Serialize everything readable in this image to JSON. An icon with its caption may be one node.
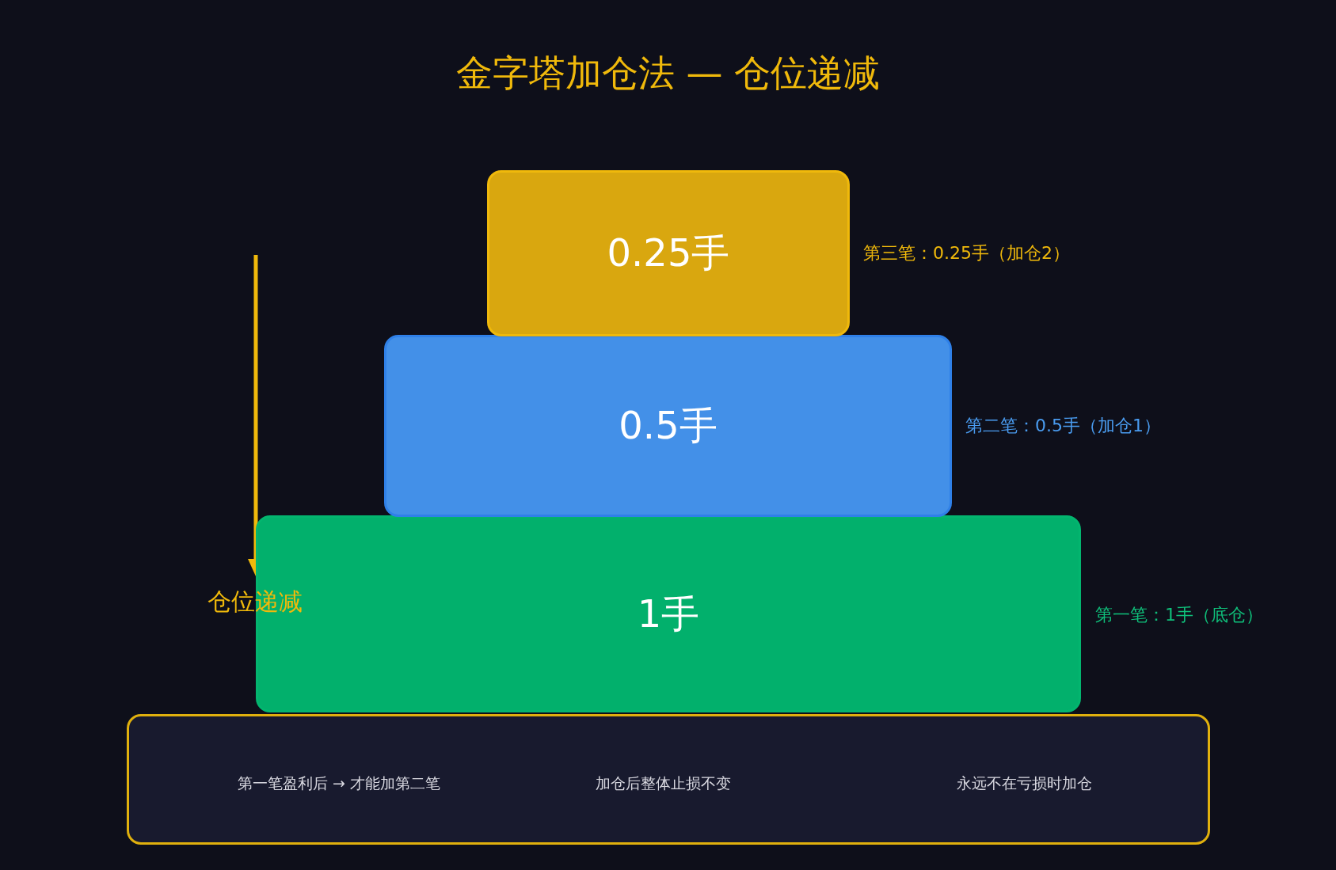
{
  "diagram": {
    "title": "金字塔加仓法 — 仓位递减",
    "nodes": [
      {
        "text": [
          "0.25手"
        ],
        "beside": [
          "第三笔：0.25手（加仓2）"
        ]
      },
      {
        "text": [
          "0.5手"
        ],
        "beside": [
          "第二笔：0.5手（加仓1）"
        ]
      },
      {
        "text": [
          "1手"
        ],
        "beside": [
          "第一笔：1手（底仓）"
        ]
      },
      {
        "text": [
          "第一笔盈利后 → 才能加第二笔",
          "加仓后整体止损不变",
          "永远不在亏损时加仓"
        ]
      }
    ],
    "labels": [
      "仓位递减"
    ]
  }
}
